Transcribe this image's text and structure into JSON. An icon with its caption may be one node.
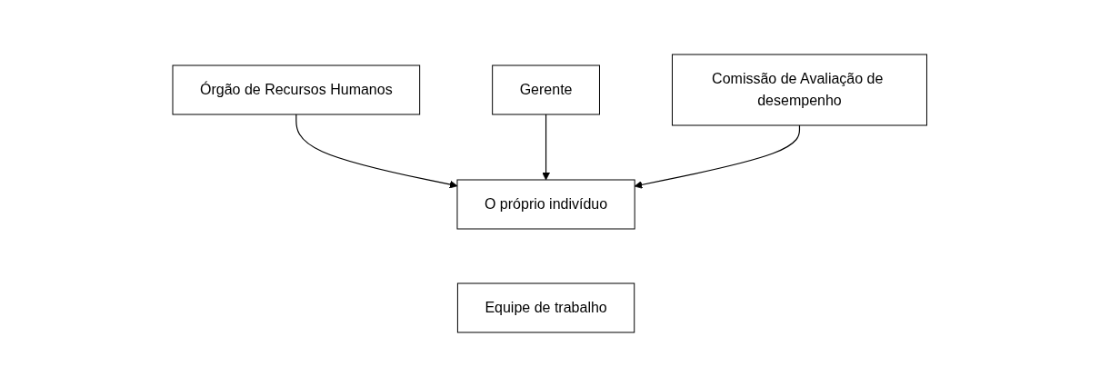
{
  "diagram": {
    "nodes": [
      {
        "text": [
          "Gerente"
        ]
      },
      {
        "text": [
          "Órgão de Recursos Humanos"
        ]
      },
      {
        "text": [
          "Comissão de Avaliação de desempenho"
        ]
      },
      {
        "text": [
          "O próprio indivíduo"
        ]
      },
      {
        "text": [
          "Equipe de trabalho"
        ]
      }
    ],
    "edges": [
      {
        "from": 1,
        "to": 3,
        "arrow": "to"
      },
      {
        "from": 0,
        "to": 3,
        "arrow": "to"
      },
      {
        "from": 2,
        "to": 3,
        "arrow": "to"
      }
    ]
  }
}
